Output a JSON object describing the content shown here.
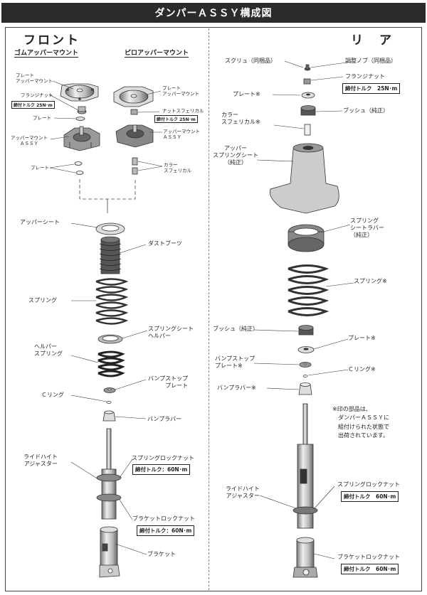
{
  "title": "ダンパーＡＳＳＹ構成図",
  "front": {
    "heading": "フロント",
    "rubber_mount_title": "ゴムアッパーマウント",
    "pillow_mount_title": "ピロアッパーマウント",
    "rubber_parts": {
      "plate_upper_mount": "プレート\nアッパーマウント",
      "flange_nut": "フランジナット",
      "flange_torque": "締付トルク 25N･m",
      "plate": "プレート",
      "upper_mount_assy": "アッパーマウント\nＡＳＳＹ",
      "plates": "プレート"
    },
    "pillow_parts": {
      "plate_upper_mount": "プレート\nアッパーマウント",
      "nut_spherical": "ナットスフェリカル",
      "nut_torque": "締付トルク 25N･m",
      "upper_mount_assy": "アッパーマウント\nＡＳＳＹ",
      "collar_spherical": "カラー\nスフェリカル"
    },
    "parts": {
      "upper_seat": "アッパーシート",
      "dust_boots": "ダストブーツ",
      "spring": "スプリング",
      "spring_seat_helper": "スプリングシート\nヘルパー",
      "helper_spring": "ヘルパー\nスプリング",
      "bump_stop_plate": "バンプストップ\nプレート",
      "c_ring": "Ｃリング",
      "bump_rubber": "バンプラバー",
      "ride_height_adjuster": "ライドハイト\nアジャスター",
      "spring_lock_nut": "スプリングロックナット",
      "spring_lock_torque": "締付トルク：60N･m",
      "bracket_lock_nut": "ブラケットロックナット",
      "bracket_lock_torque": "締付トルク：60N･m",
      "bracket": "ブラケット"
    }
  },
  "rear": {
    "heading": "リ　ア",
    "parts": {
      "screw": "スクリュ（同梱品）",
      "adjust_knob": "調整ノブ（同梱品）",
      "flange_nut": "フランジナット",
      "flange_torque": "締付トルク　25N･m",
      "plate": "プレート※",
      "bush_genuine": "ブッシュ（純正）",
      "collar_spherical": "カラー\nスフェリカル※",
      "upper_spring_seat": "アッパー\nスプリングシート\n（純正）",
      "spring_seat_rubber": "スプリング\nシートラバー\n（純正）",
      "spring": "スプリング※",
      "bush_genuine_2": "ブッシュ（純正）",
      "plate_2": "プレート※",
      "bump_stop_plate": "バンプストップ\nプレート※",
      "c_ring": "Ｃリング※",
      "bump_rubber": "バンプラバー※",
      "spring_lock_nut": "スプリングロックナット",
      "spring_lock_torque": "締付トルク　60N･m",
      "ride_height_adjuster": "ライドハイト\nアジャスター",
      "bracket_lock_nut": "ブラケットロックナット",
      "bracket_lock_torque": "締付トルク　60N･m"
    },
    "note": "※印の部品は、\n　ダンパーＡＳＳＹに\n　組付けられた状態で\n　出荷されています。"
  }
}
